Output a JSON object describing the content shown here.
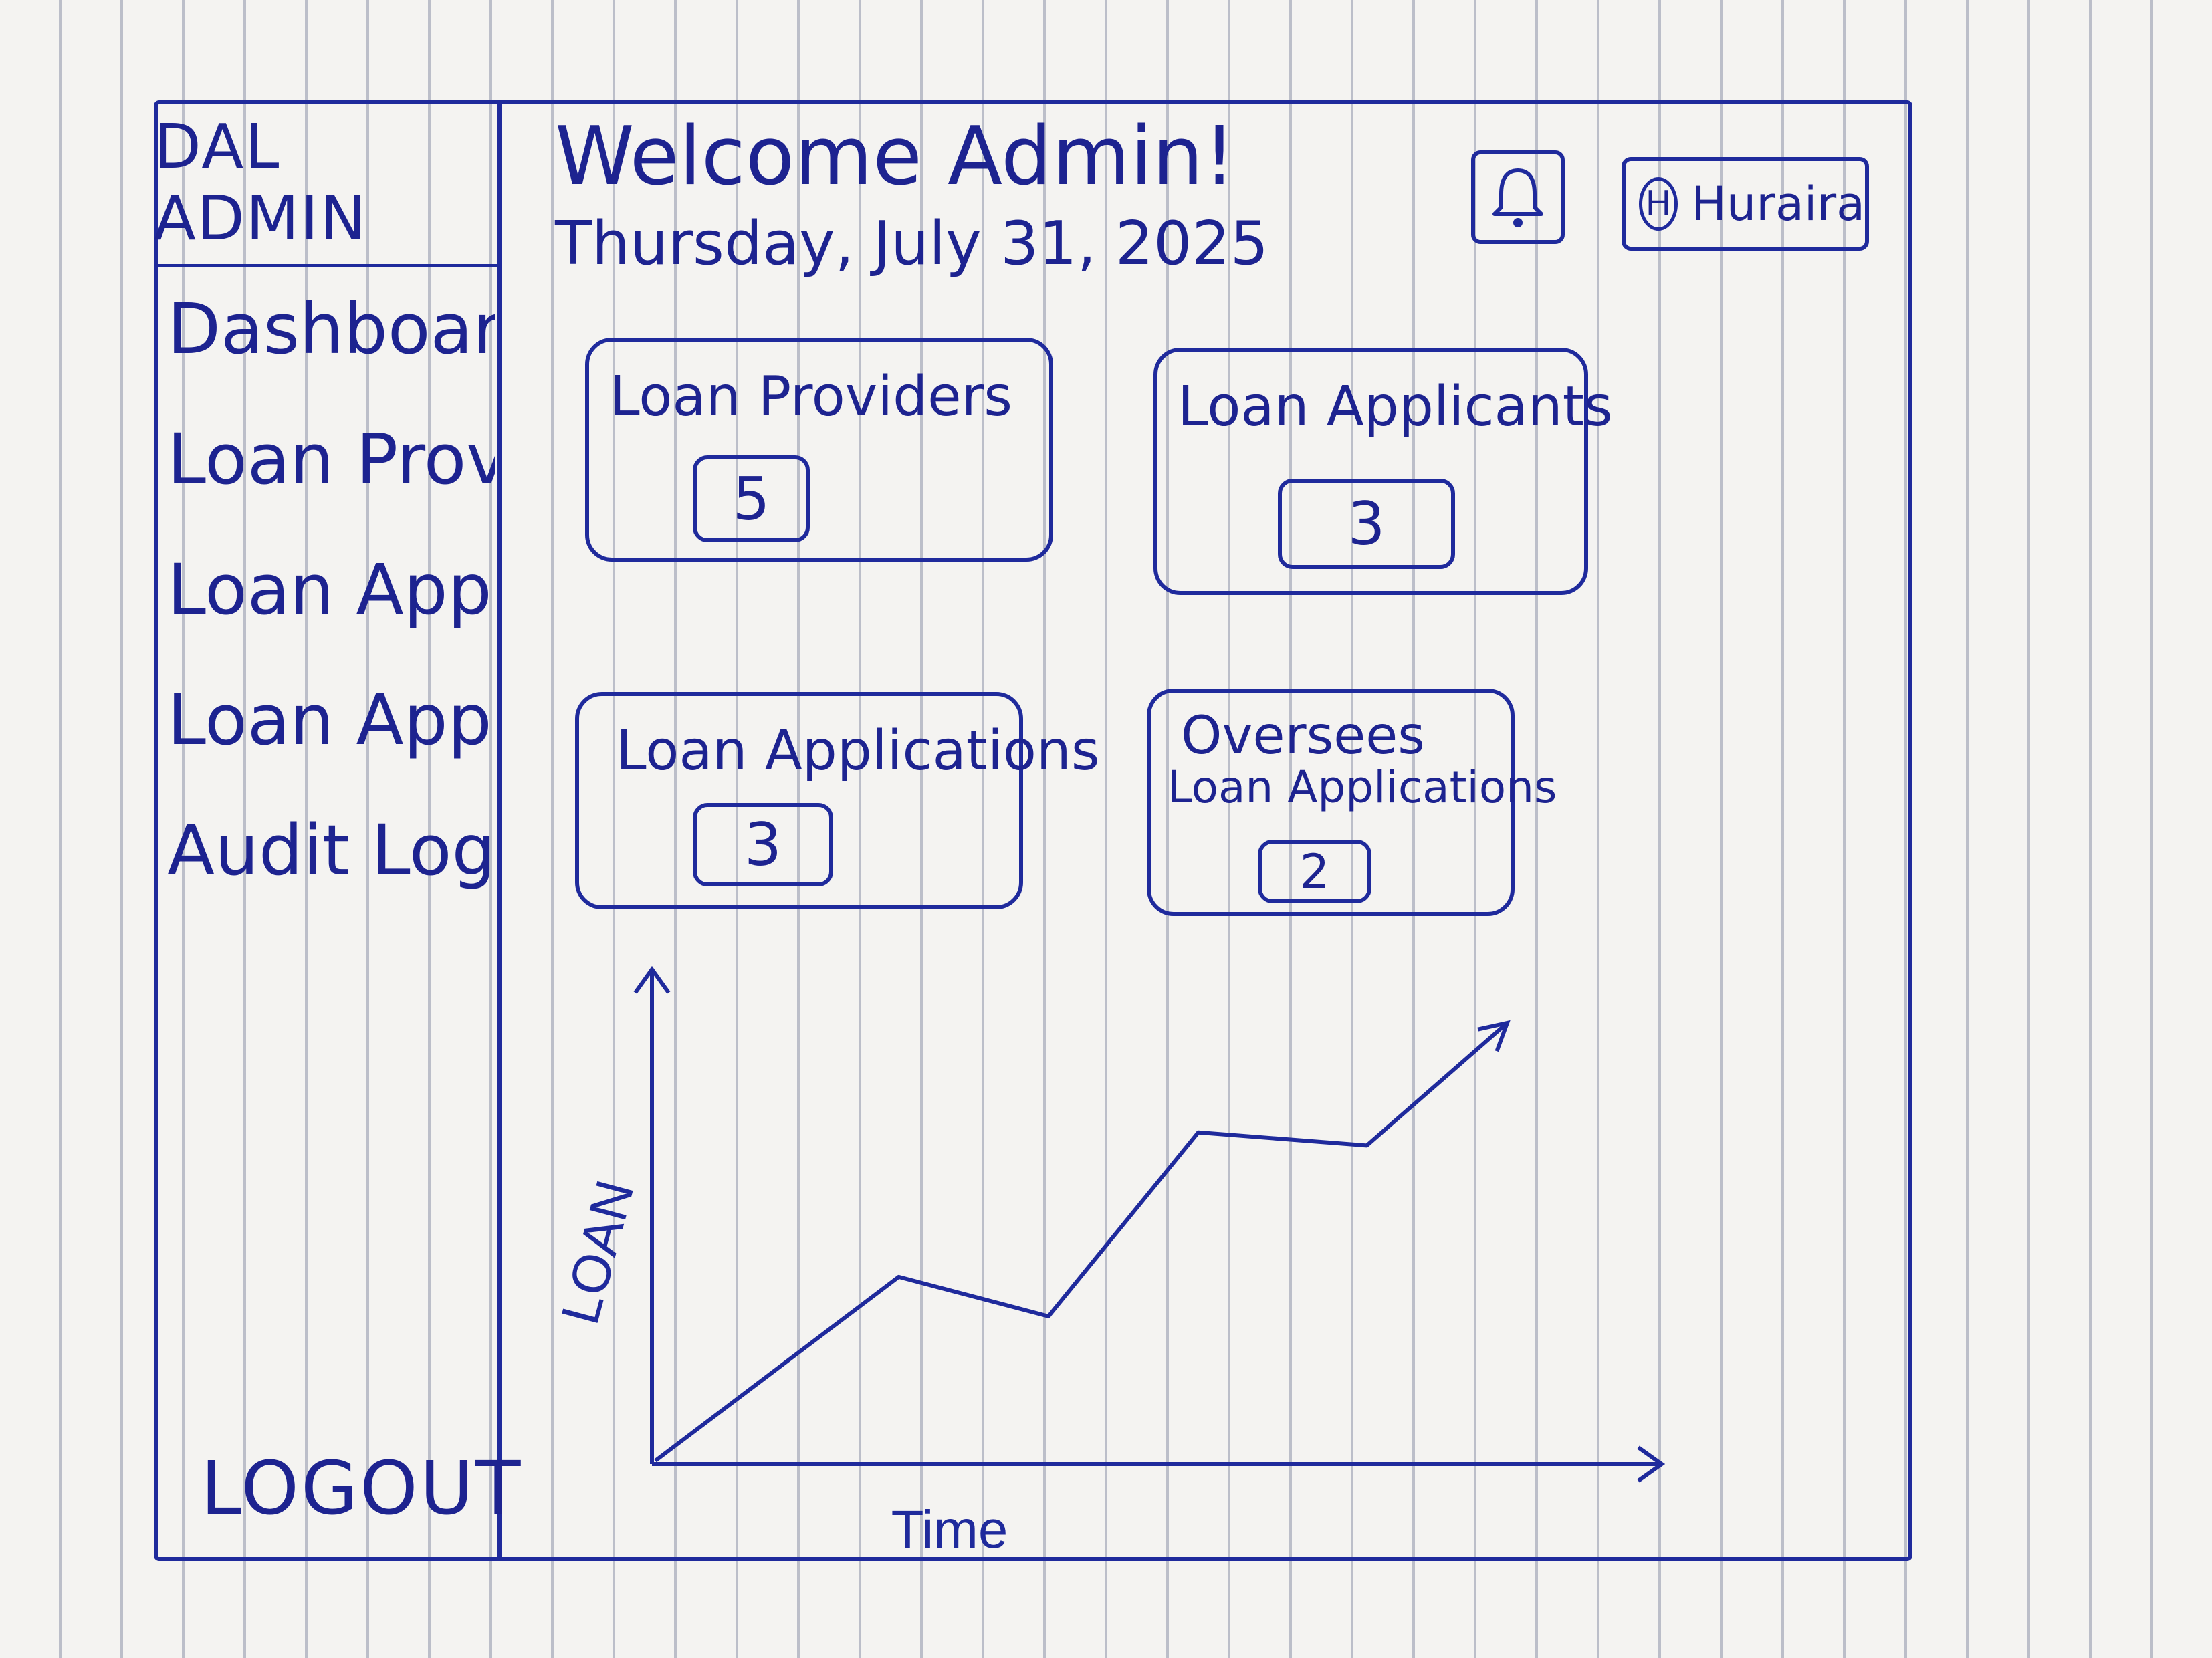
{
  "sidebar": {
    "brand": "DAL ADMIN",
    "items": [
      {
        "label": "Dashboard"
      },
      {
        "label": "Loan Provider"
      },
      {
        "label": "Loan Applicants"
      },
      {
        "label": "Loan Applications"
      },
      {
        "label": "Audit Log"
      }
    ],
    "logout": "LOGOUT"
  },
  "header": {
    "welcome": "Welcome Admin!",
    "date": "Thursday, July 31, 2025",
    "notifications_icon": "bell-icon",
    "user": {
      "initial": "H",
      "name": "Huraira"
    }
  },
  "cards": [
    {
      "title": "Loan Providers",
      "value": "5"
    },
    {
      "title": "Loan Applicants",
      "value": "3"
    },
    {
      "title": "Loan Applications",
      "value": "3"
    },
    {
      "title_line1": "Oversees",
      "title_line2": "Loan Applications",
      "value": "2"
    }
  ],
  "chart_data": {
    "type": "line",
    "xlabel": "Time",
    "ylabel": "LOAN",
    "series": [
      {
        "values": [
          0,
          0.42,
          0.33,
          0.75,
          0.72,
          1.0
        ]
      }
    ],
    "x": [
      0,
      0.26,
      0.42,
      0.58,
      0.76,
      0.91
    ]
  },
  "colors": {
    "ink": "#1f2a9c",
    "paper": "#f4f3f1"
  }
}
